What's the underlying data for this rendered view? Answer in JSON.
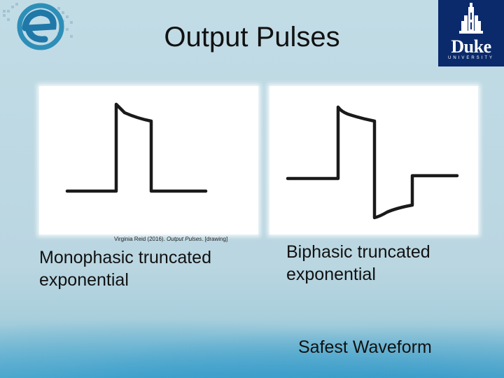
{
  "slide": {
    "title": "Output Pulses",
    "credit": {
      "prefix": "Virginia Reid (2016). ",
      "italic": "Output Pulses",
      "suffix": ". [drawing]"
    },
    "left_label": "Monophasic truncated exponential",
    "right_label": "Biphasic truncated exponential",
    "footer_note": "Safest Waveform"
  },
  "logos": {
    "duke_word": "Duke",
    "duke_sub": "UNIVERSITY"
  },
  "colors": {
    "background": "#bcd7e2",
    "duke_blue": "#0b2a6b",
    "ink": "#111111"
  }
}
